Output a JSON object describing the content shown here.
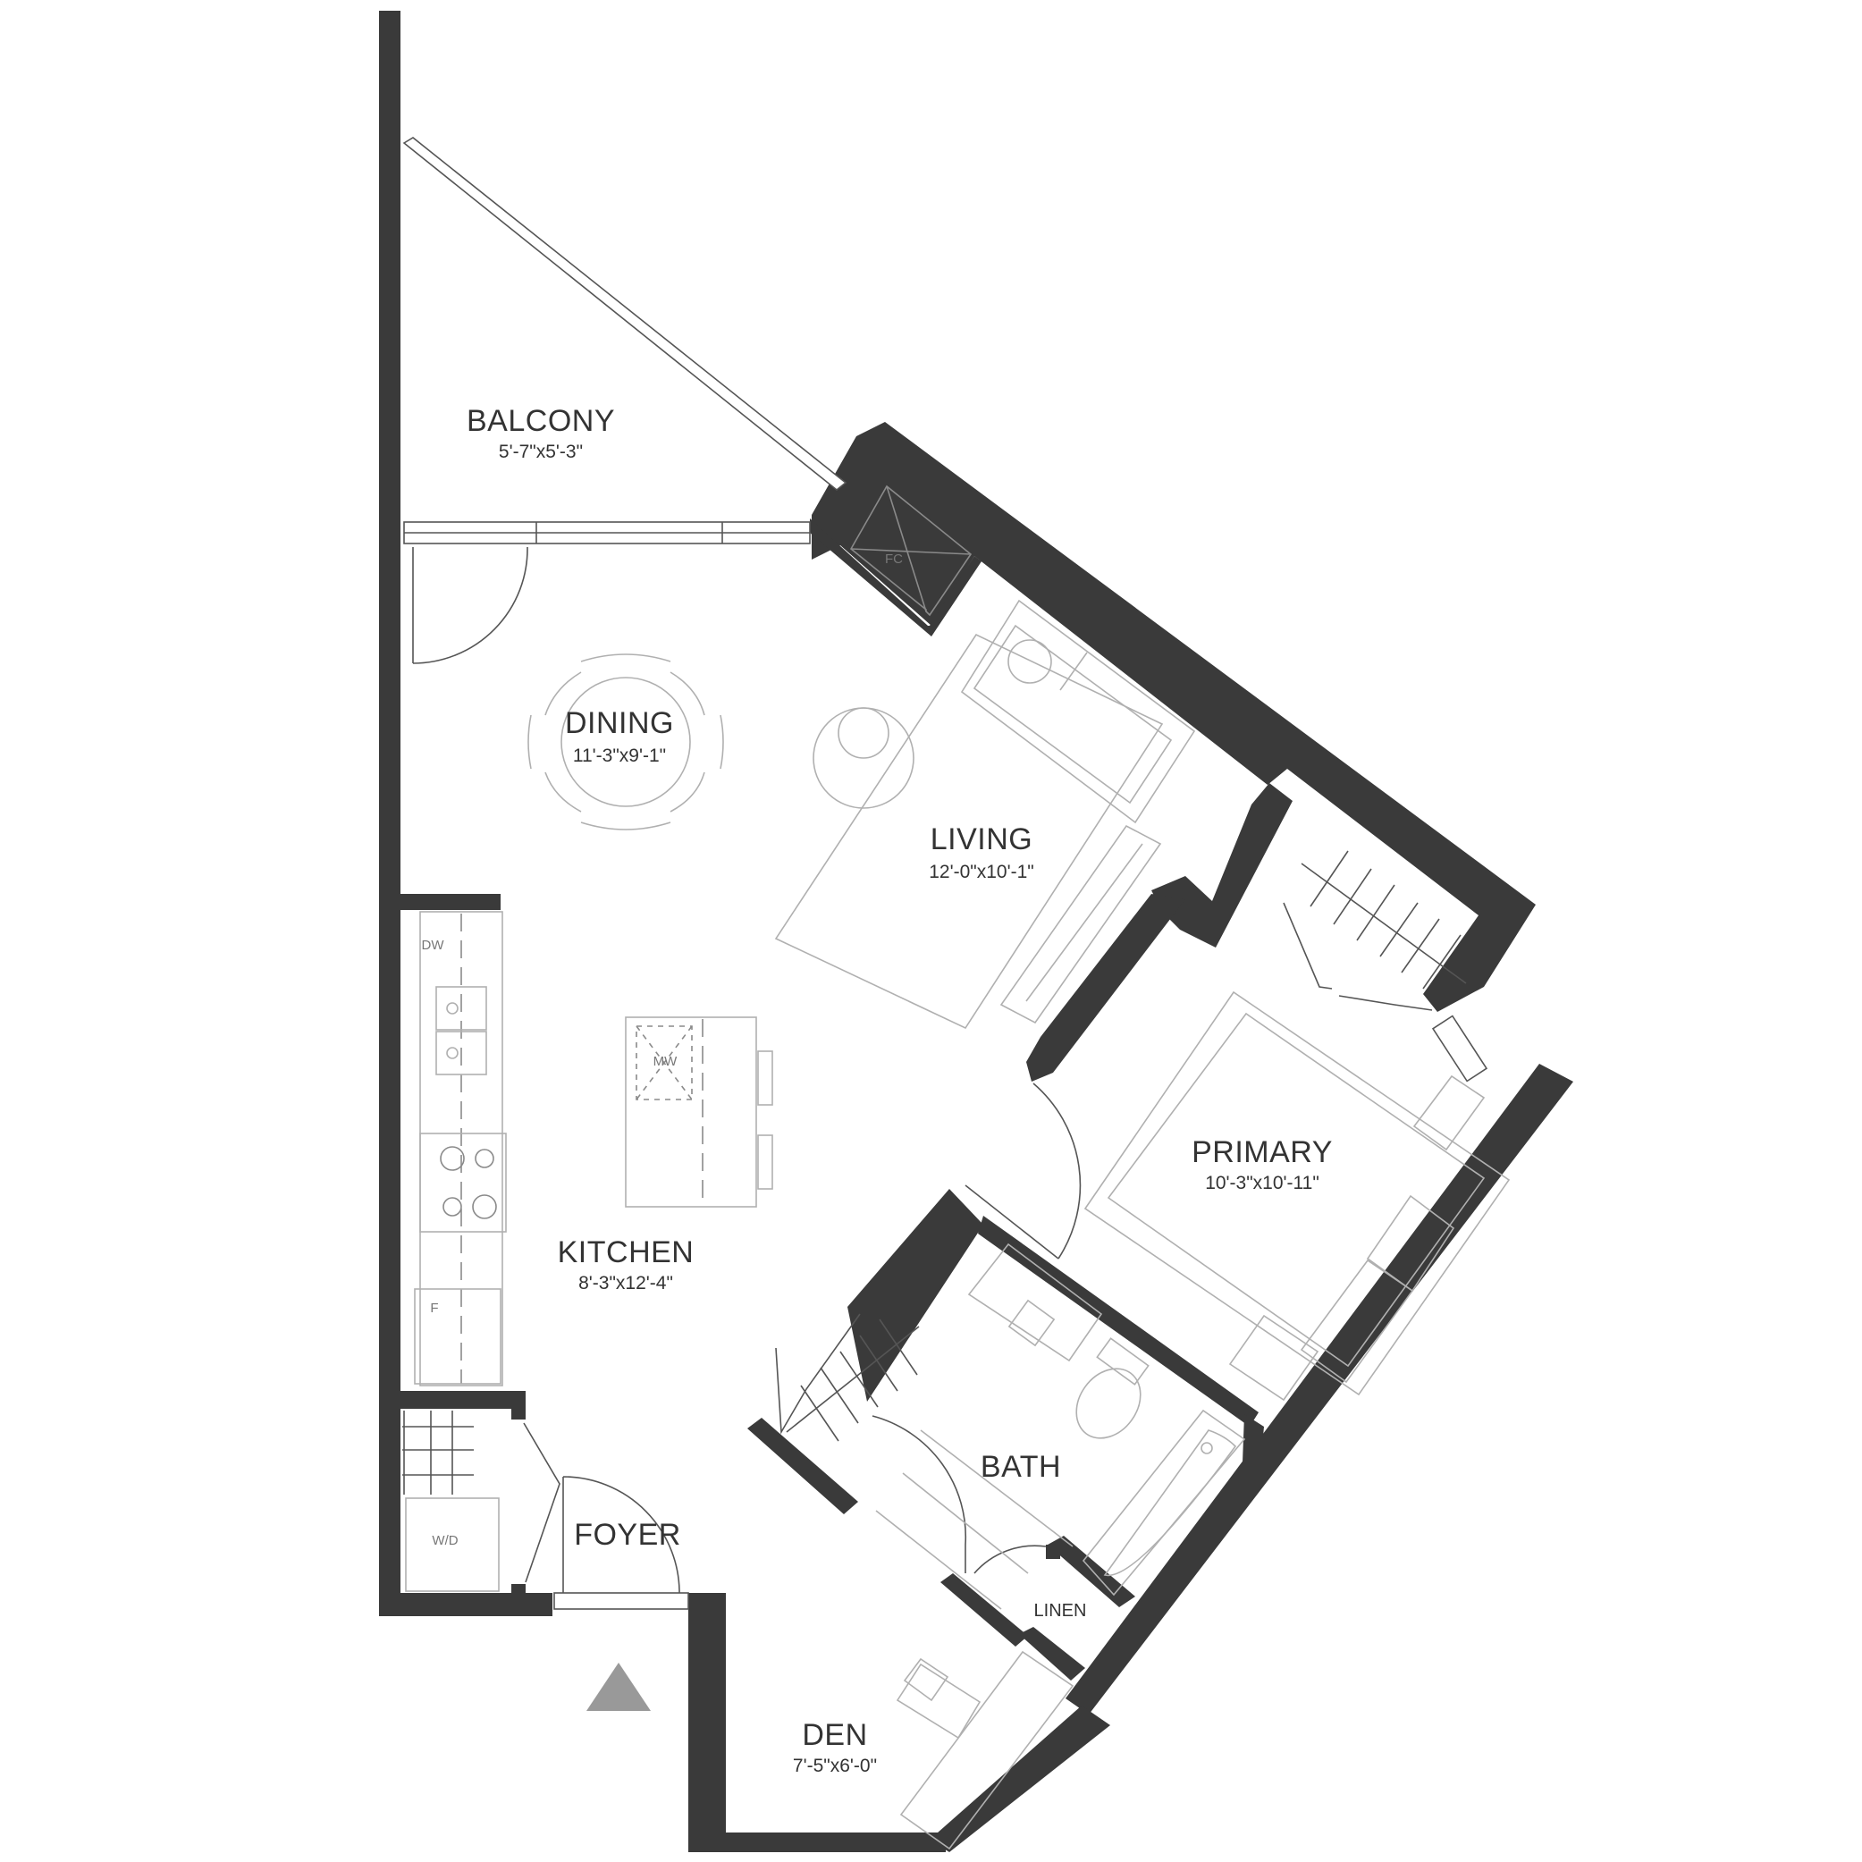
{
  "rooms": {
    "balcony": {
      "name": "BALCONY",
      "dim": "5'-7\"x5'-3\""
    },
    "dining": {
      "name": "DINING",
      "dim": "11'-3\"x9'-1\""
    },
    "living": {
      "name": "LIVING",
      "dim": "12'-0\"x10'-1\""
    },
    "kitchen": {
      "name": "KITCHEN",
      "dim": "8'-3\"x12'-4\""
    },
    "primary": {
      "name": "PRIMARY",
      "dim": "10'-3\"x10'-11\""
    },
    "bath": {
      "name": "BATH"
    },
    "foyer": {
      "name": "FOYER"
    },
    "den": {
      "name": "DEN",
      "dim": "7'-5\"x6'-0\""
    },
    "linen": {
      "name": "LINEN"
    }
  },
  "fixtures": {
    "fc": "FC",
    "dw": "DW",
    "mw": "MW",
    "f": "F",
    "wd": "W/D"
  },
  "colors": {
    "wall": "#3a3a3a",
    "fixture": "#b0b0b0",
    "entry_marker": "#999999"
  },
  "icons": {
    "entry": "entry-triangle-icon"
  }
}
